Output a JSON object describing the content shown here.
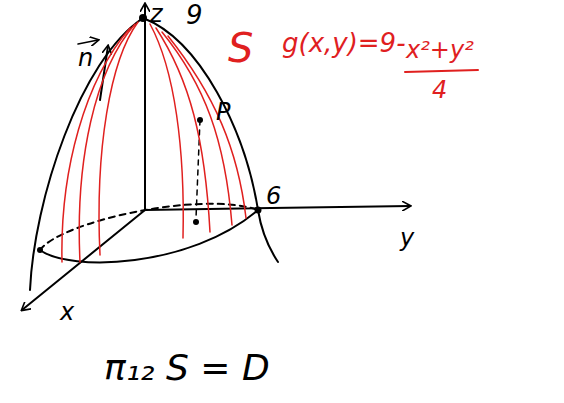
{
  "diagram": {
    "labels": [
      "z",
      "9",
      "n",
      "S",
      "g(x,y)=9-",
      "x²+y²",
      "4",
      "P",
      "6",
      "y",
      "x",
      "π₁₂ S = D"
    ]
  }
}
